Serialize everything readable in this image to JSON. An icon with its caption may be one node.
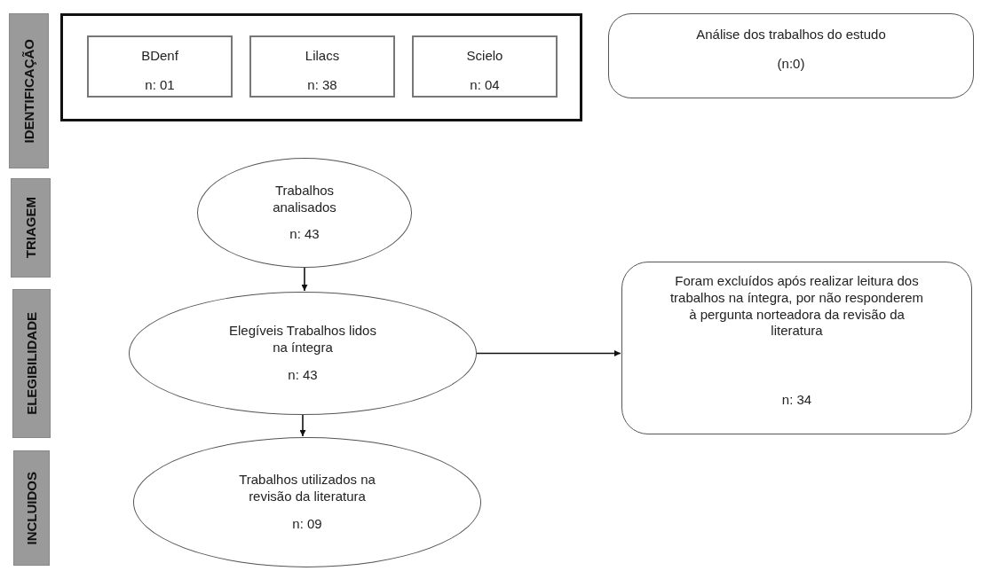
{
  "diagram": {
    "nodes": [
      {
        "text": [
          "IDENTIFICAÇÃO"
        ]
      },
      {
        "text": [],
        "shape": "box"
      },
      {
        "text": [
          "BDenf",
          "n: 01"
        ],
        "in": 1
      },
      {
        "text": [
          "Lilacs",
          "n: 38"
        ],
        "in": 1
      },
      {
        "text": [
          "Scielo",
          "n: 04"
        ],
        "in": 1
      },
      {
        "text": [
          "Análise dos trabalhos do estudo",
          "(n:0)"
        ]
      },
      {
        "text": [
          "TRIAGEM"
        ]
      },
      {
        "text": [
          "Trabalhos analisados",
          "n: 43"
        ]
      },
      {
        "text": [
          "ELEGIBILIDADE"
        ]
      },
      {
        "text": [
          "Elegíveis Trabalhos lidos na íntegra",
          "n: 43"
        ]
      },
      {
        "text": [
          "Foram excluídos após realizar leitura dos trabalhos na íntegra, por não responderem à pergunta norteadora da revisão da literatura",
          "n: 34"
        ]
      },
      {
        "text": [
          "INCLUIDOS"
        ]
      },
      {
        "text": [
          "Trabalhos utilizados na revisão da literatura",
          "n: 09"
        ]
      }
    ],
    "edges": [
      {
        "from": 7,
        "to": 9,
        "arrow": "to"
      },
      {
        "from": 9,
        "to": 12,
        "arrow": "to"
      },
      {
        "from": 9,
        "to": 10,
        "arrow": "to"
      }
    ]
  }
}
